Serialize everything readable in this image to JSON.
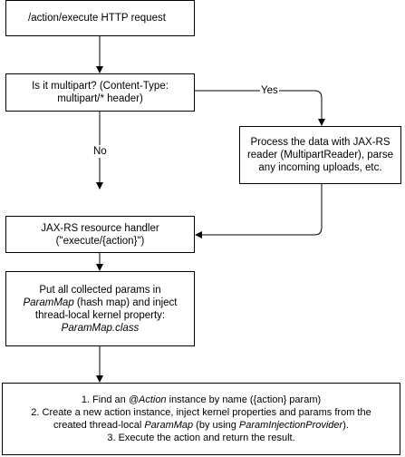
{
  "nodes": {
    "http_request": {
      "lines": [
        "/action/execute HTTP request"
      ]
    },
    "multipart_check": {
      "lines": [
        "Is it multipart? (Content-Type:",
        "multipart/* header)"
      ]
    },
    "process_data": {
      "lines": [
        "Process the data with JAX-RS",
        "reader (MultipartReader), parse",
        "any incoming uploads, etc."
      ]
    },
    "resource_handler": {
      "lines": [
        "JAX-RS resource handler",
        "(\"execute/{action}\")"
      ]
    },
    "param_map": {
      "line1": {
        "em": "ParamMap",
        "post": " (hash map) and inject"
      },
      "line0": "Put all collected params in",
      "line2": "thread-local kernel property:",
      "line3_em": "ParamMap.class"
    },
    "execute_action": {
      "line1": {
        "pre": "1. Find an ",
        "em": "@Action",
        "post": " instance by name ({action} param)"
      },
      "line2": "2. Create a new action instance, inject kernel properties and params from the",
      "line3": {
        "pre": "created thread-local ",
        "em1": "ParamMap",
        "mid": " (by using ",
        "em2": "ParamInjectionProvider",
        "post": ")."
      },
      "line4": "3. Execute the action and return the result."
    }
  },
  "edges": {
    "yes_label": "Yes",
    "no_label": "No"
  },
  "colors": {
    "stroke": "#000000",
    "fill": "#ffffff"
  }
}
